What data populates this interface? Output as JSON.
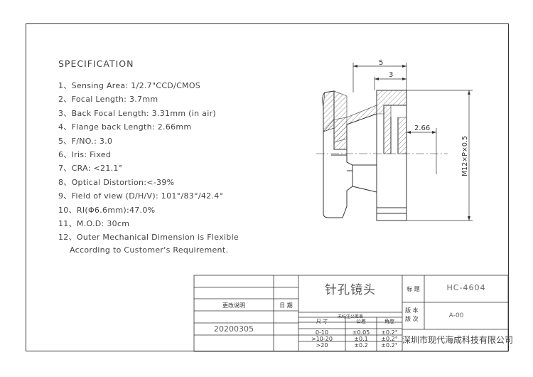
{
  "spec": {
    "title": "SPECIFICATION",
    "items": [
      "1、Sensing Area: 1/2.7\"CCD/CMOS",
      "2、Focal Length: 3.7mm",
      "3、Back Focal Length: 3.31mm (in air)",
      "4、Flange back Length: 2.66mm",
      "5、F/NO.: 3.0",
      "6、Iris: Fixed",
      "7、CRA: <21.1°",
      "8、Optical Distortion:<-39%",
      "9、Field of view (D/H/V): 101°/83°/42.4°",
      "10、RI(Φ6.6mm):47.0%",
      "11、M.O.D: 30cm",
      "12、Outer Mechanical Dimension is Flexible",
      "According to Customer's Requirement."
    ]
  },
  "dimensions": {
    "overall": "5",
    "partial": "3",
    "flange": "2.66",
    "thread": "M12×P×0.5"
  },
  "title_block": {
    "product_name": "针孔镜头",
    "label_title": "标 题",
    "model": "HC-4604",
    "label_version": "版 本\n版 次",
    "version": "A-00",
    "company": "深圳市现代海成科技有限公司",
    "change_note_label": "更改说明",
    "date_label": "日 期",
    "date_value": "20200305",
    "tolerance_title": "未标注公差表",
    "tolerance_headers": [
      "尺 寸",
      "公差",
      "角度"
    ],
    "tolerance_rows": [
      [
        "0-10",
        "±0.05",
        "±0.2°"
      ],
      [
        ">10-20",
        "±0.1",
        "±0.2°"
      ],
      [
        ">20",
        "±0.2",
        "±0.2°"
      ]
    ]
  }
}
